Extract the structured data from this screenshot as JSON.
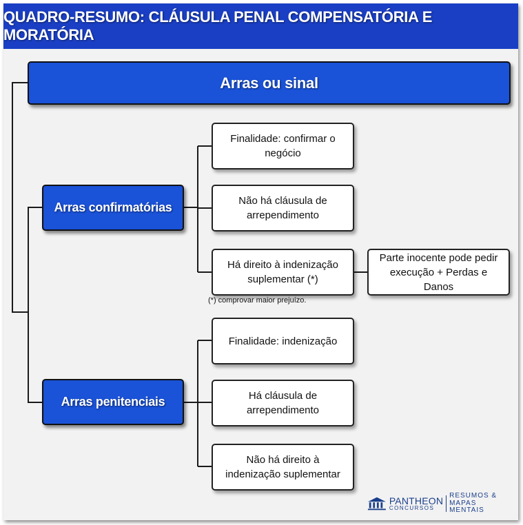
{
  "header": {
    "title": "QUADRO-RESUMO: CLÁUSULA PENAL COMPENSATÓRIA E MORATÓRIA"
  },
  "main": {
    "title": "Arras ou sinal"
  },
  "confirmatorias": {
    "label": "Arras confirmatórias",
    "items": [
      "Finalidade: confirmar o negócio",
      "Não há cláusula de arrependimento",
      "Há direito à indenização suplementar (*)"
    ],
    "extra": "Parte inocente pode pedir execução + Perdas e Danos",
    "footnote": "(*) comprovar maior prejuízo."
  },
  "penitenciais": {
    "label": "Arras penitenciais",
    "items": [
      "Finalidade: indenização",
      "Há cláusula de arrependimento",
      "Não há direito à indenização suplementar"
    ]
  },
  "logo": {
    "brand": "PANTHEON",
    "sub": "CONCURSOS",
    "tag_line1": "RESUMOS &",
    "tag_line2": "MAPAS MENTAIS"
  },
  "colors": {
    "header_blue": "#1a3fc4",
    "box_blue": "#1a52d8",
    "background": "#f2f2f2"
  }
}
